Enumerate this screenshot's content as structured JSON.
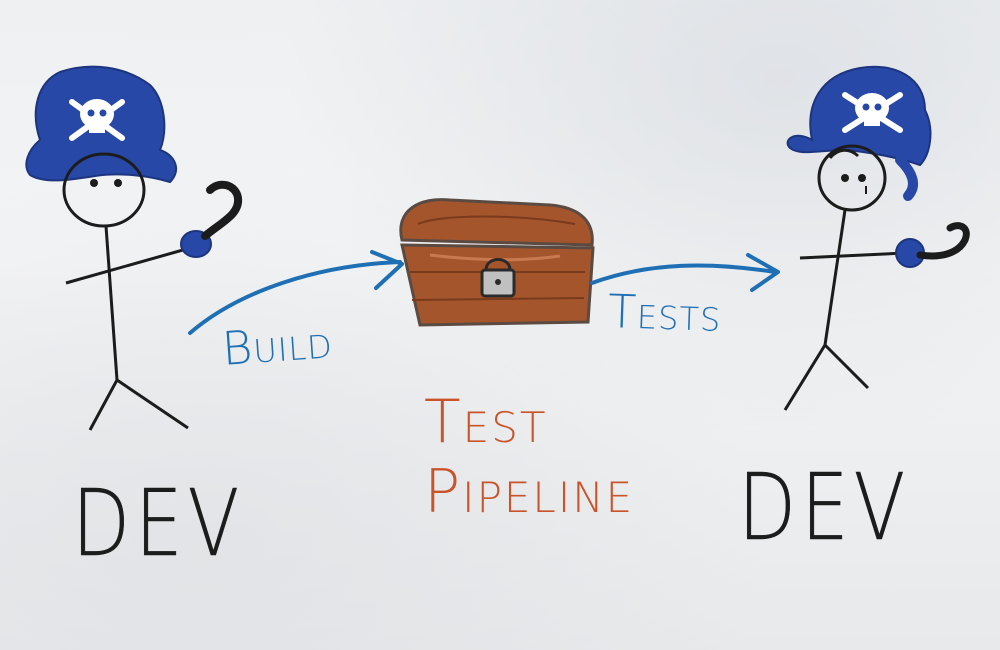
{
  "left_figure": {
    "label": "DEV"
  },
  "right_figure": {
    "label": "DEV"
  },
  "build_arrow": {
    "label": "Build"
  },
  "tests_arrow": {
    "label": "Tests"
  },
  "pipeline": {
    "line1": "Test",
    "line2": "Pipeline"
  },
  "colors": {
    "ink_black": "#1c1c1c",
    "ink_blue": "#1f6fb5",
    "hat_blue": "#2848a8",
    "ink_orange": "#c9542a",
    "chest_brown": "#a4552c"
  },
  "icons": [
    "pirate-hat-icon",
    "skull-crossbones-icon",
    "hook-icon",
    "treasure-chest-icon",
    "padlock-icon"
  ]
}
